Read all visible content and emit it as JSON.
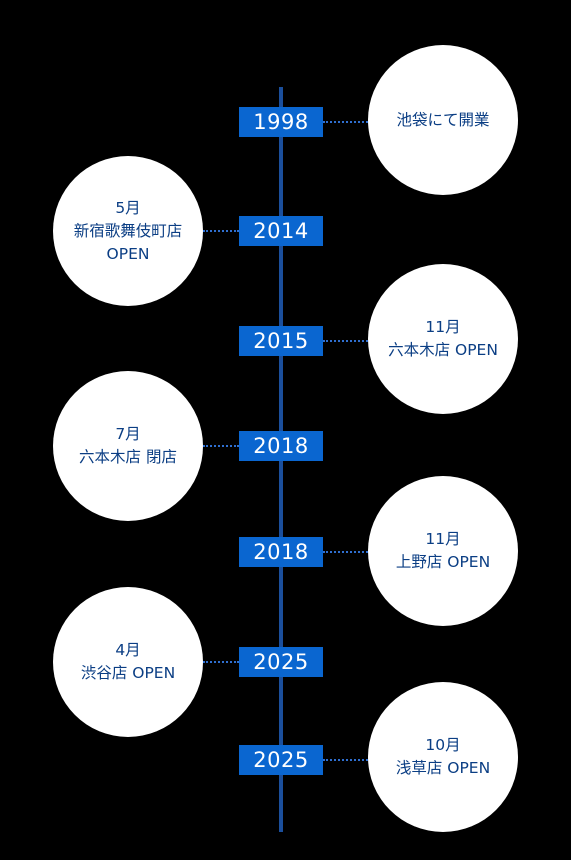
{
  "events": [
    {
      "year": "1998",
      "lines": [
        "池袋にて開業"
      ]
    },
    {
      "year": "2014",
      "lines": [
        "5月",
        "新宿歌舞伎町店",
        "OPEN"
      ]
    },
    {
      "year": "2015",
      "lines": [
        "11月",
        "六本木店 OPEN"
      ]
    },
    {
      "year": "2018",
      "lines": [
        "7月",
        "六本木店 閉店"
      ]
    },
    {
      "year": "2018",
      "lines": [
        "11月",
        "上野店 OPEN"
      ]
    },
    {
      "year": "2025",
      "lines": [
        "4月",
        "渋谷店 OPEN"
      ]
    },
    {
      "year": "2025",
      "lines": [
        "10月",
        "浅草店 OPEN"
      ]
    }
  ]
}
